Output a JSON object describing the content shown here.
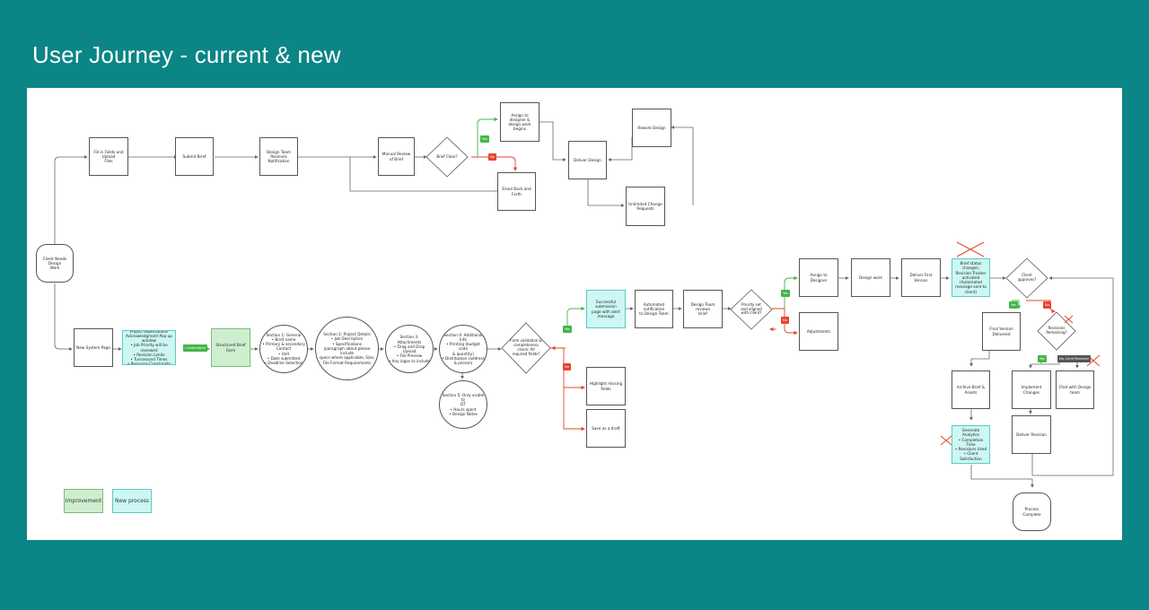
{
  "page": {
    "title": "User Journey - current & new"
  },
  "nodes": {
    "client_needs": "Client Needs Design\nWork",
    "fill_fields": "Fill in Fields and Upload\nFiles",
    "submit_brief": "Submit Brief",
    "design_notify": "Design Team Receives\nNotification",
    "manual_review": "Manual Review of Brief",
    "brief_clear": "Brief Clear?",
    "assign_old": "Assign to designer &\ndesign work begins",
    "email_back": "Email Back and Forth",
    "deliver_old": "Deliver Design",
    "rework": "Rework Design",
    "unlimited": "Unlimited Change\nRequests",
    "new_system": "New System Page",
    "project_exp": "Project expectations\nAcknowledgment Pop-up window\n• Job Priority will be reviewed\n• Revision Limits\n• Turnaround Times\n• Resource Constraints",
    "structured": "Structured Brief Form",
    "sec1": "Section 1: General\n• Brief name\n• Primary & secondary\nContact\n• Unit\n• Date submitted\n• Deadline Selection",
    "sec2": "Section 2: Project Details\n• Job Description\n• Specifications\n(paragraph about please include\nspecs where applicable, Size,\nFile Format Requirements",
    "sec3": "Section 3: Attachments\n• Drag and Drop\nUpload\n• File Preview\n• Any logos to include",
    "sec4": "Section 4: Additional Info\n• Printing (budget code\n& quantity)\n• Distribution (address\n& person)",
    "sec5": "Section 5: Only visible to\nDT\n• Hours spent\n• Design Notes",
    "form_valid": "Form validation &\ncompleteness\ncheck: All\nrequired fields?",
    "success_page": "Successful submission\npage with alert\nmessage",
    "highlight": "Highlight missing\nfields",
    "save_draft": "Save as a draft",
    "auto_notify": "Automated notification\nto Design Team",
    "dt_review": "Design Team reviews\nbrief",
    "priority": "Priority set\nand aligned\nwith client?",
    "assign_new": "Assign to Designer",
    "design_work": "Design work",
    "deliver_first": "Deliver First Version",
    "adjustments": "Adjustments",
    "brief_status": "Brief status changes;\nRevision Tracker\nactivated (Automated\nmessage sent to\nclient)",
    "client_approves": "Client\napproves?",
    "final_version": "Final Version Delivered",
    "revisions_rem": "Revisions\nRemaining?",
    "archive": "Archive Brief & Assets",
    "implement": "Implement Changes",
    "chat": "Chat with Design team",
    "generate": "Generate Analytics\n• Completion Time\n• Revisions Used\n• Client Satisfaction",
    "deliver_rev": "Deliver Revision",
    "complete": "Process Complete"
  },
  "tags": {
    "yes": "Yes",
    "no": "No",
    "understand": "I understand",
    "no_limit": "No, Limit Reached"
  },
  "legend": {
    "improvement": "Improvement",
    "new_process": "New process"
  },
  "colors": {
    "background": "#0b8585",
    "improvement": "#cfeecf",
    "new_process": "#cdf7f4",
    "yes": "#43b649",
    "no": "#e4462a"
  }
}
